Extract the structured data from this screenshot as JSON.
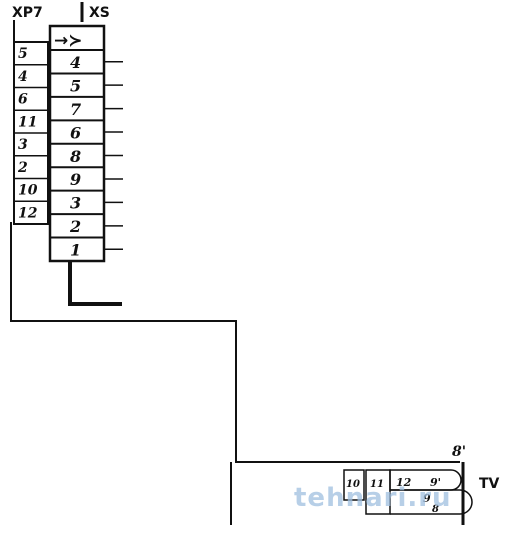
{
  "connector_header": {
    "xp7": "XP7",
    "xs": "XS"
  },
  "xs_symbol": "→≻",
  "xp7_pins": [
    "5",
    "4",
    "6",
    "11",
    "3",
    "2",
    "10",
    "12"
  ],
  "xs_pins": [
    "4",
    "5",
    "7",
    "6",
    "8",
    "9",
    "3",
    "2",
    "1"
  ],
  "tv_block": {
    "label": "TV",
    "prime_label": "8'",
    "pins": [
      "10",
      "11",
      "12",
      "9'",
      "9",
      "8"
    ]
  },
  "watermark": "tehnari.ru"
}
